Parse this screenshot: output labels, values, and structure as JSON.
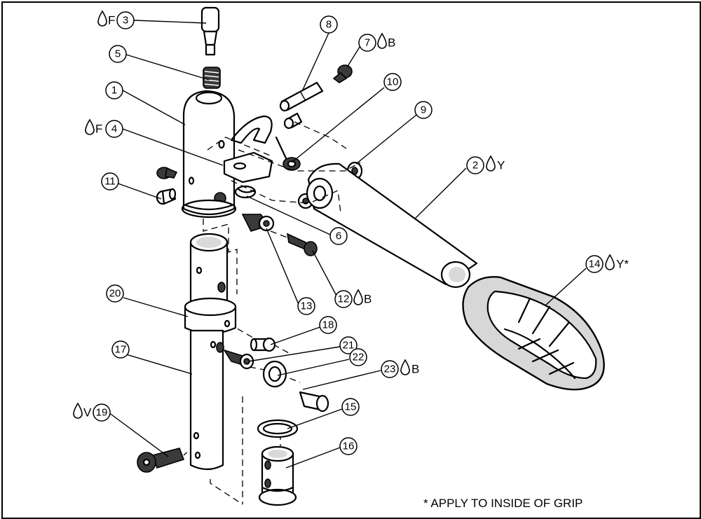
{
  "callouts": [
    {
      "id": "1",
      "label": "1"
    },
    {
      "id": "2",
      "label": "2",
      "code": "Y"
    },
    {
      "id": "3",
      "label": "3",
      "code": "F"
    },
    {
      "id": "4",
      "label": "4",
      "code": "F"
    },
    {
      "id": "5",
      "label": "5"
    },
    {
      "id": "6",
      "label": "6"
    },
    {
      "id": "7",
      "label": "7",
      "code": "B"
    },
    {
      "id": "8",
      "label": "8"
    },
    {
      "id": "9",
      "label": "9"
    },
    {
      "id": "10",
      "label": "10"
    },
    {
      "id": "11",
      "label": "11"
    },
    {
      "id": "12",
      "label": "12",
      "code": "B"
    },
    {
      "id": "13",
      "label": "13"
    },
    {
      "id": "14",
      "label": "14",
      "code": "Y*"
    },
    {
      "id": "15",
      "label": "15"
    },
    {
      "id": "16",
      "label": "16"
    },
    {
      "id": "17",
      "label": "17"
    },
    {
      "id": "18",
      "label": "18"
    },
    {
      "id": "19",
      "label": "19",
      "code": "V"
    },
    {
      "id": "20",
      "label": "20"
    },
    {
      "id": "21",
      "label": "21"
    },
    {
      "id": "22",
      "label": "22"
    },
    {
      "id": "23",
      "label": "23",
      "code": "B"
    }
  ],
  "footnote": "* APPLY TO INSIDE OF GRIP",
  "icons": {
    "adhesive_marker": "droplet-icon"
  },
  "colors": {
    "line": "#000000",
    "background": "#ffffff",
    "grip_fill": "#d7d7d7"
  }
}
